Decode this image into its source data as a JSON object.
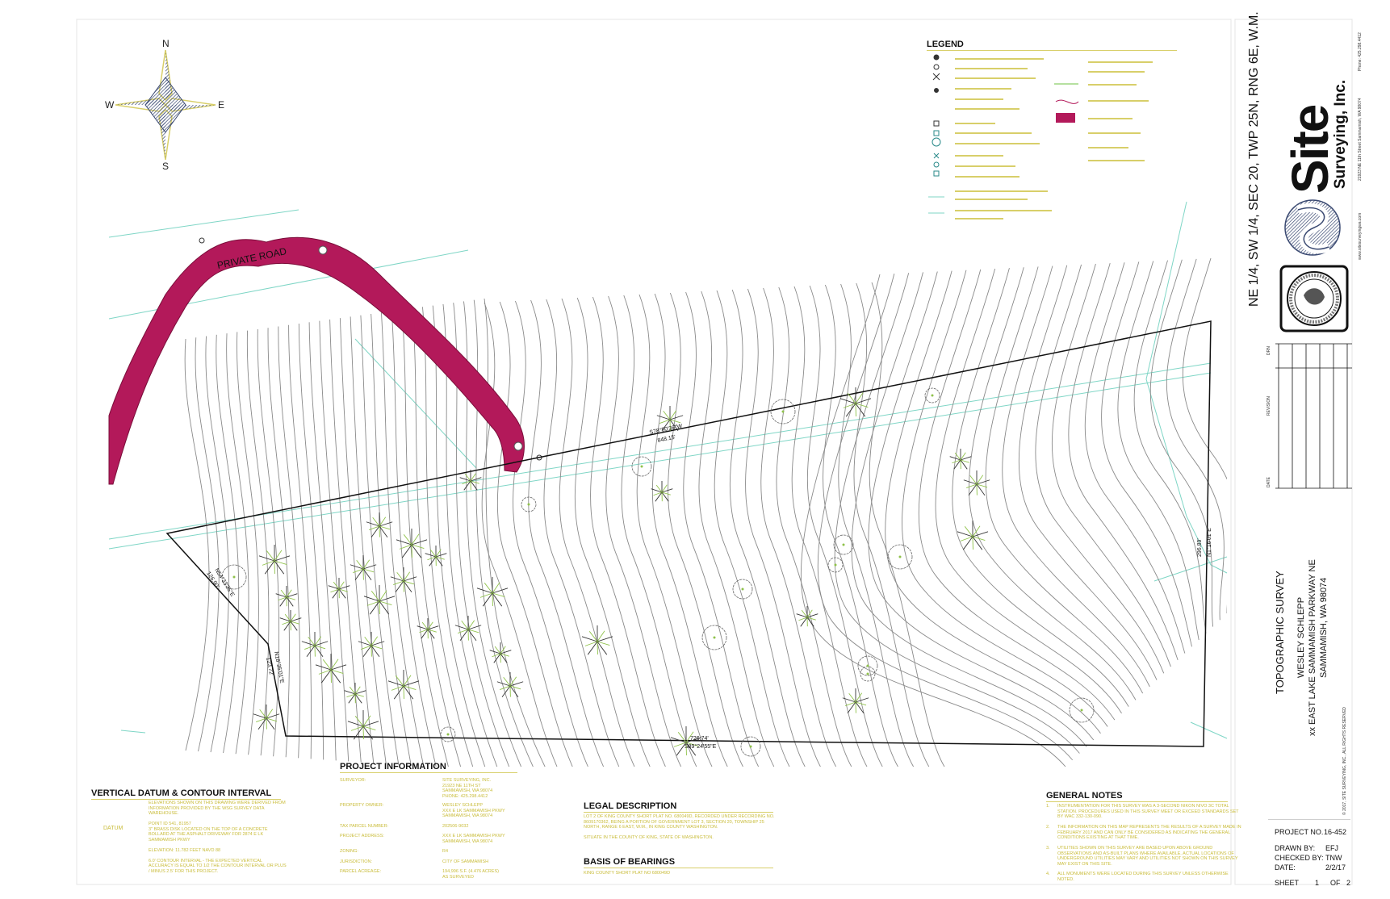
{
  "compass": {
    "n": "N",
    "s": "S",
    "e": "E",
    "w": "W"
  },
  "legend": {
    "title": "LEGEND"
  },
  "map": {
    "road_label": "PRIVATE ROAD",
    "bearings": {
      "top_bearing": "S78°50'36\"W",
      "top_distance": "848.15'",
      "bottom_distance": "726.74'",
      "bottom_bearing": "S89°24'55\"E",
      "right_distance": "296.89'",
      "right_bearing": "N1°16'01\"E",
      "left_top_distance": "126.90'",
      "left_top_bearing": "N54°33'35\"E",
      "left_bottom_distance": "123.72'",
      "left_bottom_bearing": "N18°35'01\"E"
    }
  },
  "vertical_datum": {
    "title": "VERTICAL DATUM & CONTOUR INTERVAL",
    "label": "DATUM",
    "text": "ELEVATIONS SHOWN ON THIS DRAWING WERE DERIVED FROM\nINFORMATION PROVIDED BY THE WSG SURVEY DATA\nWAREHOUSE.\n\nPOINT ID 541, 81957\n3\" BRASS DISK LOCATED ON THE TOP OF A CONCRETE\nBOLLARD AT THE ASPHALT DRIVEWAY FOR 2874 E LK\nSAMMAMISH PKWY\n\nELEVATION: 11.782 FEET NAVD 88\n\n6.0' CONTOUR INTERVAL - THE EXPECTED VERTICAL\nACCURACY IS EQUAL TO 1/2 THE CONTOUR INTERVAL OR PLUS\n/ MINUS 2.5' FOR THIS PROJECT."
  },
  "project_information": {
    "title": "PROJECT INFORMATION",
    "rows": [
      {
        "label": "SURVEYOR:",
        "value": "SITE SURVEYING, INC.\n21923 NE 11TH ST\nSAMMAMISH, WA 98074\nPHONE: 425.298.4412"
      },
      {
        "label": "PROPERTY OWNER:",
        "value": "WESLEY SCHLEPP\nXXX E LK SAMMAMISH PKWY\nSAMMAMISH, WA 98074"
      },
      {
        "label": "TAX PARCEL NUMBER:",
        "value": "202506-9032"
      },
      {
        "label": "PROJECT ADDRESS:",
        "value": "XXX E LK SAMMAMISH PKWY\nSAMMAMISH, WA 98074"
      },
      {
        "label": "ZONING:",
        "value": "R4"
      },
      {
        "label": "JURISDICTION:",
        "value": "CITY OF SAMMAMISH"
      },
      {
        "label": "PARCEL ACREAGE:",
        "value": "194,996 S.F. (4.476 ACRES)\nAS SURVEYED"
      }
    ]
  },
  "legal_description": {
    "title": "LEGAL DESCRIPTION",
    "text": "LOT 2 OF KING COUNTY SHORT PLAT NO. 680049D, RECORDED UNDER RECORDING NO.\n8609170362, BEING A PORTION OF GOVERNMENT LOT 3, SECTION 20, TOWNSHIP 25\nNORTH, RANGE 6 EAST, W.M., IN KING COUNTY WASHINGTON.\n\nSITUATE IN THE COUNTY OF KING, STATE OF WASHINGTON."
  },
  "basis_of_bearings": {
    "title": "BASIS OF BEARINGS",
    "text": "KING COUNTY SHORT PLAT NO 680049D"
  },
  "general_notes": {
    "title": "GENERAL NOTES",
    "notes": [
      {
        "num": "1.",
        "text": "INSTRUMENTATION FOR THIS SURVEY WAS A 3-SECOND NIKON NIVO 3C TOTAL\nSTATION. PROCEDURES USED IN THIS SURVEY MEET OR EXCEED STANDARDS SET\nBY WAC 332-130-090."
      },
      {
        "num": "2.",
        "text": "THE INFORMATION ON THIS MAP REPRESENTS THE RESULTS OF A SURVEY MADE IN\nFEBRUARY 2017 AND CAN ONLY BE CONSIDERED AS INDICATING THE GENERAL\nCONDITIONS EXISTING AT THAT TIME."
      },
      {
        "num": "3.",
        "text": "UTILITIES SHOWN ON THIS SURVEY ARE BASED UPON ABOVE GROUND\nOBSERVATIONS AND AS-BUILT PLANS WHERE AVAILABLE. ACTUAL LOCATIONS OF\nUNDERGROUND UTILITIES MAY VARY AND UTILITIES NOT SHOWN ON THIS SURVEY\nMAY EXIST ON THIS SITE."
      },
      {
        "num": "4.",
        "text": "ALL MONUMENTS WERE LOCATED DURING THIS SURVEY UNLESS OTHERWISE\nNOTED."
      }
    ]
  },
  "title_block": {
    "location": "NE 1/4, SW 1/4, SEC 20, TWP 25N, RNG 6E, W.M.",
    "company_big": "Site",
    "company_small": "Surveying, Inc.",
    "address": "21923 NE 11th Street Sammamish, WA 98074",
    "phone": "Phone: 425.298.4412",
    "website": "www.sitesurveyingwa.com",
    "revision_headers": {
      "date": "DATE",
      "revision": "REVISION",
      "drn": "DRN"
    },
    "survey_title": "TOPOGRAPHIC SURVEY",
    "client": "WESLEY SCHLEPP",
    "site_address": "xx EAST LAKE SAMMAMISH PARKWAY NE",
    "city": "SAMMAMISH, WA 98074",
    "copyright": "© 2017, SITE SURVEYING, INC., ALL RIGHTS RESERVED",
    "project_no_label": "PROJECT NO.",
    "project_no": "16-452",
    "drawn_by_label": "DRAWN BY:",
    "drawn_by": "EFJ",
    "checked_by_label": "CHECKED BY:",
    "checked_by": "TNW",
    "date_label": "DATE:",
    "date": "2/2/17",
    "sheet_label": "SHEET",
    "sheet_num": "1",
    "sheet_of": "OF",
    "sheet_total": "2"
  },
  "colors": {
    "road": "#b3195a",
    "contour": "#8a8a8a",
    "boundary": "#111111",
    "easement": "#7fd6c6",
    "tree_green": "#8fc24a",
    "annotation_yellow": "#d8cf6a"
  }
}
